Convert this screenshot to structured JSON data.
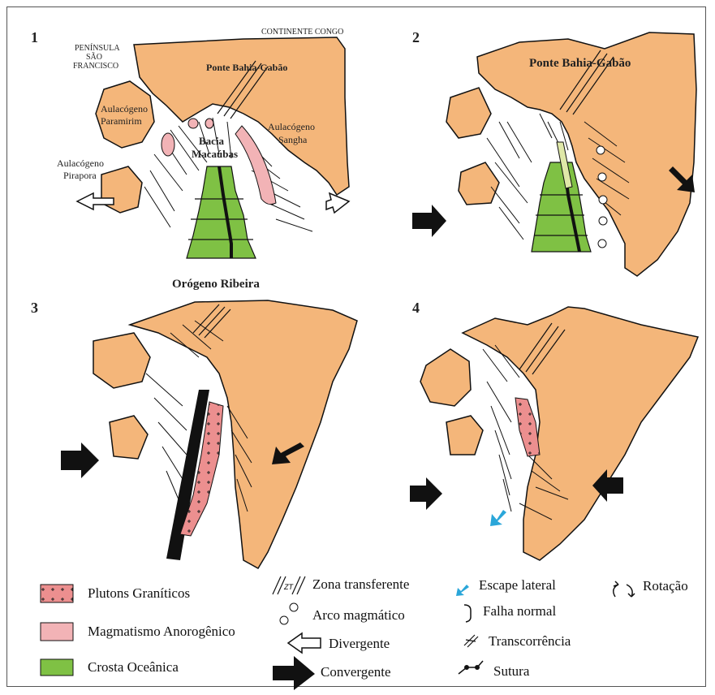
{
  "panels": {
    "p1": {
      "number": "1",
      "continente": "CONTINENTE CONGO",
      "peninsula_l1": "PENÍNSULA",
      "peninsula_l2": "SÃO",
      "peninsula_l3": "FRANCISCO",
      "ponte": "Ponte Bahia-Gabão",
      "paramirim_l1": "Aulacógeno",
      "paramirim_l2": "Paramirim",
      "sangha_l1": "Aulacógeno",
      "sangha_l2": "Sangha",
      "pirapora_l1": "Aulacógeno",
      "pirapora_l2": "Pirapora",
      "bacia_l1": "Bacia",
      "bacia_l2": "Macaúbas",
      "orogeno": "Orógeno Ribeira"
    },
    "p2": {
      "number": "2",
      "ponte": "Ponte Bahia-Gabão"
    },
    "p3": {
      "number": "3"
    },
    "p4": {
      "number": "4"
    }
  },
  "legend": {
    "plutons": "Plutons Graníticos",
    "magmatismo": "Magmatismo Anorogênico",
    "crosta": "Crosta Oceânica",
    "zona": "Zona transferente",
    "zt_symbol": "ZT",
    "arco": "Arco magmático",
    "divergente": "Divergente",
    "convergente": "Convergente",
    "escape": "Escape lateral",
    "falha": "Falha normal",
    "transcorrencia": "Transcorrência",
    "sutura": "Sutura",
    "rotacao": "Rotação"
  },
  "colors": {
    "continent": "#f4b67a",
    "oceanic": "#7fc144",
    "anorogenic": "#f2b3b6",
    "pluton": "#ec8f8f",
    "escape_arrow": "#2aa6d9",
    "outline": "#111111"
  }
}
